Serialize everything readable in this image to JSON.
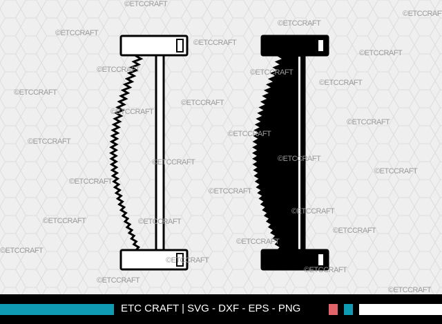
{
  "watermark": "©ETCCRAFT",
  "footer": {
    "brand": "ETC CRAFT",
    "separator": "|",
    "formats": "SVG - DXF - EPS - PNG"
  },
  "colors": {
    "teal": "#0f9bb3",
    "pink": "#e3636b",
    "white": "#ffffff",
    "ink": "#000000"
  }
}
